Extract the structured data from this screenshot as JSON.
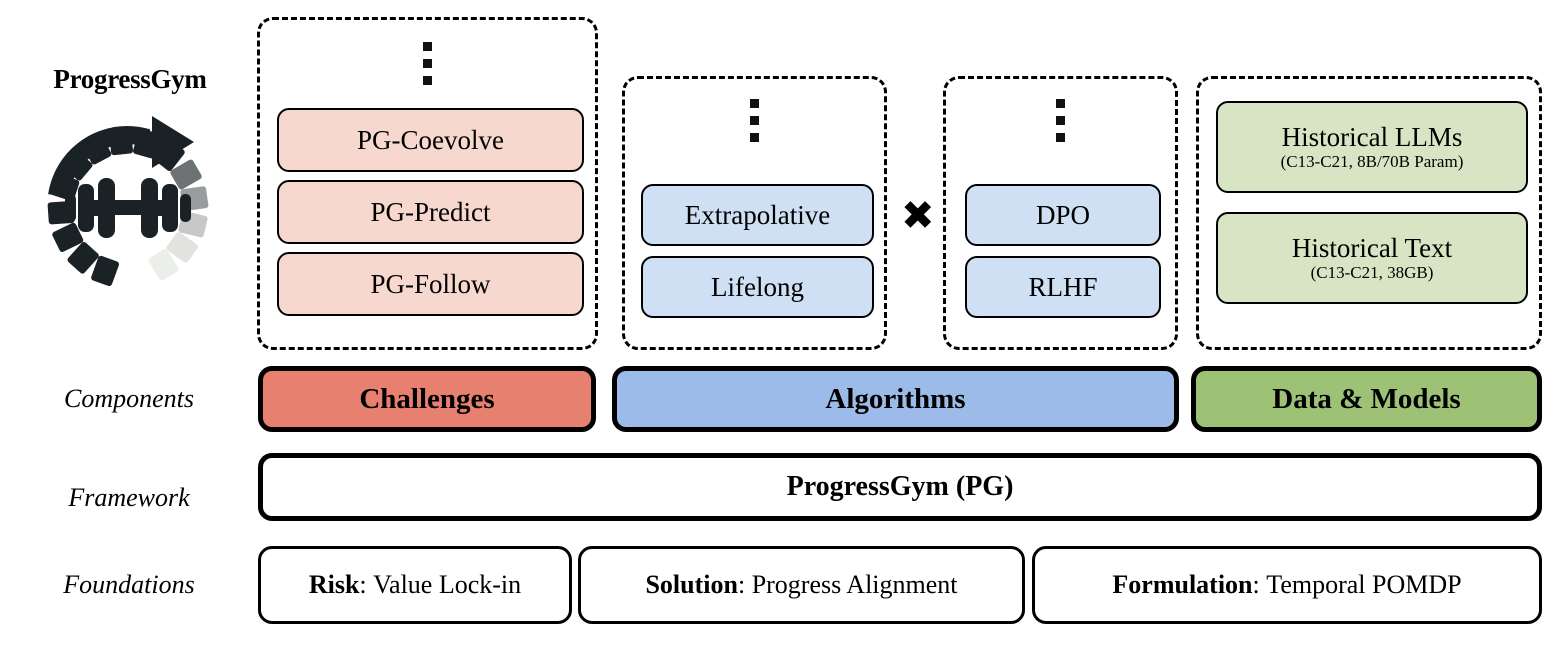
{
  "brand": {
    "title": "ProgressGym",
    "logo_icon": "progressgym-logo-icon"
  },
  "row_labels": {
    "components": "Components",
    "framework": "Framework",
    "foundations": "Foundations"
  },
  "groups": {
    "challenges": {
      "ellipsis": "⋮",
      "items": [
        {
          "main": "PG-Coevolve",
          "sub": ""
        },
        {
          "main": "PG-Predict",
          "sub": ""
        },
        {
          "main": "PG-Follow",
          "sub": ""
        }
      ]
    },
    "algorithms_left": {
      "ellipsis": "⋮",
      "items": [
        {
          "main": "Extrapolative",
          "sub": ""
        },
        {
          "main": "Lifelong",
          "sub": ""
        }
      ]
    },
    "algorithms_right": {
      "ellipsis": "⋮",
      "items": [
        {
          "main": "DPO",
          "sub": ""
        },
        {
          "main": "RLHF",
          "sub": ""
        }
      ]
    },
    "data_models": {
      "items": [
        {
          "main": "Historical LLMs",
          "sub": "(C13-C21, 8B/70B Param)"
        },
        {
          "main": "Historical Text",
          "sub": "(C13-C21, 38GB)"
        }
      ]
    }
  },
  "operators": {
    "cross": "✖"
  },
  "components": [
    {
      "label": "Challenges",
      "color": "#e8806f"
    },
    {
      "label": "Algorithms",
      "color": "#9cbbe8"
    },
    {
      "label": "Data & Models",
      "color": "#9dc276"
    }
  ],
  "framework": {
    "label": "ProgressGym (PG)"
  },
  "foundations": [
    {
      "key": "Risk",
      "sep": ": ",
      "value": "Value Lock-in"
    },
    {
      "key": "Solution",
      "sep": ": ",
      "value": "Progress Alignment"
    },
    {
      "key": "Formulation",
      "sep": ": ",
      "value": "Temporal POMDP"
    }
  ],
  "colors": {
    "pink_fill": "#f7d8cf",
    "blue_fill": "#cfdff4",
    "green_fill": "#d8e5c4",
    "challenges_bar": "#e8806f",
    "algorithms_bar": "#9cbbe8",
    "data_bar": "#9dc276",
    "outline": "#000000",
    "background": "#ffffff"
  }
}
